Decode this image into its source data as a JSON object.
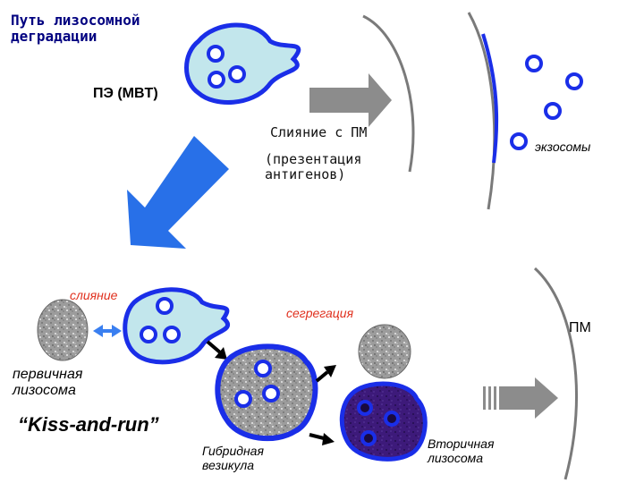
{
  "title_line1": "Путь лизосомной",
  "title_line2": "деградации",
  "mvb_label": "ПЭ (MBT)",
  "fusion_pm_label": "Слияние с ПМ",
  "presentation_line1": "(презентация",
  "presentation_line2": "антигенов)",
  "exosomes_label": "экзосомы",
  "fusion_label": "слияние",
  "segregation_label": "сегрегация",
  "pm_label": "ПМ",
  "primary_line1": "первичная",
  "primary_line2": "лизосома",
  "kiss_label": "“Kiss-and-run”",
  "hybrid_line1": "Гибридная",
  "hybrid_line2": "везикула",
  "secondary_line1": "Вторичная",
  "secondary_line2": "лизосома",
  "colors": {
    "membrane_blue": "#1a2ee8",
    "endosome_fill": "#c2e6ec",
    "lysosome_grey": "#9a9a9a",
    "secondary_fill": "#3d1a7a",
    "label_red": "#e0301e",
    "arrow_grey": "#8c8c8c",
    "plasma_membrane": "#7a7a7a"
  }
}
